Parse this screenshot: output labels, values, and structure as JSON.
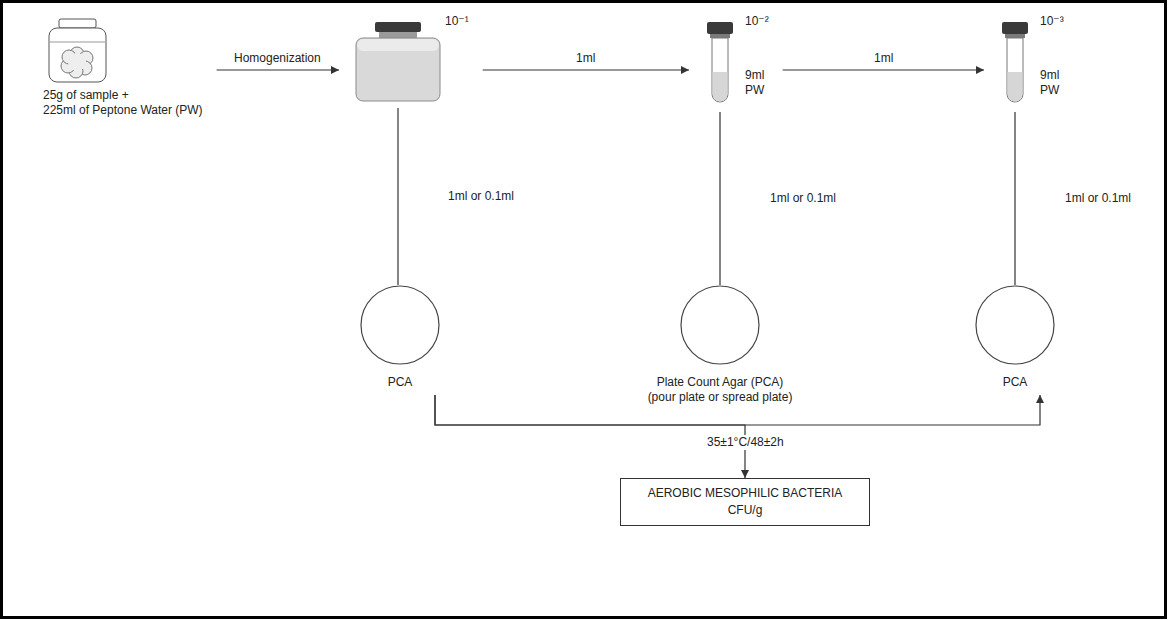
{
  "diagram": {
    "nodes": [
      {
        "text": [
          "25g of sample +",
          "225ml of Peptone Water (PW)"
        ]
      },
      {
        "text": [
          "10⁻¹"
        ]
      },
      {
        "text": [
          "10⁻²",
          "9ml PW"
        ]
      },
      {
        "text": [
          "10⁻³",
          "9ml PW"
        ]
      },
      {
        "text": [
          "PCA"
        ]
      },
      {
        "text": [
          "Plate Count Agar (PCA)",
          "(pour plate or spread plate)"
        ]
      },
      {
        "text": [
          "PCA"
        ]
      },
      {
        "text": [
          "AEROBIC MESOPHILIC BACTERIA",
          "CFU/g"
        ]
      }
    ],
    "edges": [
      {
        "from": 0,
        "to": 1,
        "arrow": "to",
        "label": "Homogenization"
      },
      {
        "from": 1,
        "to": 2,
        "arrow": "to",
        "label": "1ml"
      },
      {
        "from": 2,
        "to": 3,
        "arrow": "to",
        "label": "1ml"
      },
      {
        "from": 1,
        "to": 4,
        "arrow": "none",
        "label": "1ml or 0.1ml"
      },
      {
        "from": 2,
        "to": 5,
        "arrow": "none",
        "label": "1ml or 0.1ml"
      },
      {
        "from": 3,
        "to": 6,
        "arrow": "none",
        "label": "1ml or 0.1ml"
      },
      {
        "from": 4,
        "to": 6,
        "arrow": "to"
      },
      {
        "from": 4,
        "to": 7,
        "arrow": "to",
        "label": "35±1°C/48±2h"
      }
    ]
  }
}
